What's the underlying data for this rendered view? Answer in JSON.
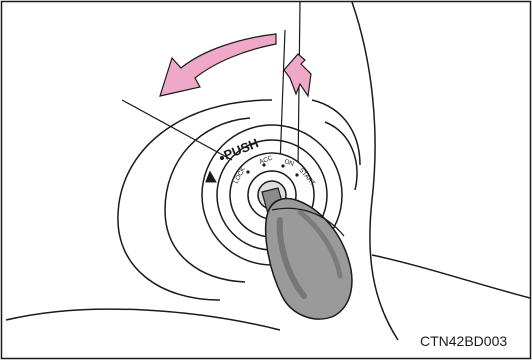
{
  "figure": {
    "push_label": "PUSH",
    "positions": [
      "LOCK",
      "ACC",
      "ON",
      "START"
    ],
    "code": "CTN42BD003",
    "colors": {
      "arrow_fill": "#f0a8c8",
      "line": "#1a1a1a",
      "key_shade": "#9a9a9a",
      "key_dark": "#6e6e6e"
    }
  }
}
